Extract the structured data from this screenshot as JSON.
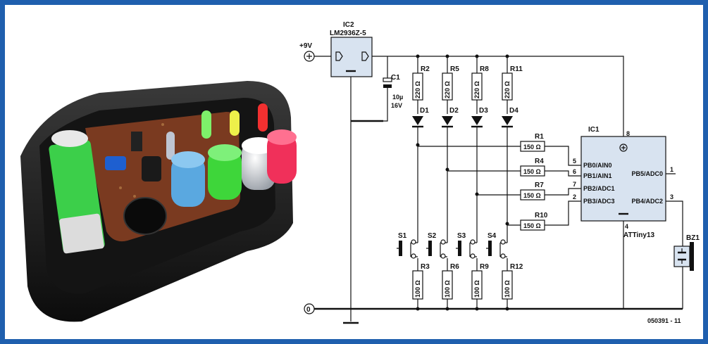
{
  "photo": {
    "kind": "enclosure-photo"
  },
  "schematic": {
    "supply_label": "+9V",
    "ground_label": "0",
    "regulator": {
      "ref": "IC2",
      "part": "LM2936Z-5"
    },
    "capacitor": {
      "ref": "C1",
      "value_line1": "10µ",
      "value_line2": "16V"
    },
    "mcu": {
      "ref": "IC1",
      "part": "ATTiny13",
      "pins_left": [
        {
          "num": "5",
          "name": "PB0/AIN0"
        },
        {
          "num": "6",
          "name": "PB1/AIN1"
        },
        {
          "num": "7",
          "name": "PB2/ADC1"
        },
        {
          "num": "2",
          "name": "PB3/ADC3"
        }
      ],
      "pins_right": [
        {
          "num": "1",
          "name": "PB5/ADC0"
        },
        {
          "num": "3",
          "name": "PB4/ADC2"
        }
      ],
      "pin_vcc": "8",
      "pin_gnd": "4"
    },
    "led_resistors": [
      {
        "ref": "R2",
        "value": "220 Ω"
      },
      {
        "ref": "R5",
        "value": "220 Ω"
      },
      {
        "ref": "R8",
        "value": "220 Ω"
      },
      {
        "ref": "R11",
        "value": "220 Ω"
      }
    ],
    "leds": [
      "D1",
      "D2",
      "D3",
      "D4"
    ],
    "series_resistors": [
      {
        "ref": "R1",
        "value": "150 Ω"
      },
      {
        "ref": "R4",
        "value": "150 Ω"
      },
      {
        "ref": "R7",
        "value": "150 Ω"
      },
      {
        "ref": "R10",
        "value": "150 Ω"
      }
    ],
    "switches": [
      "S1",
      "S2",
      "S3",
      "S4"
    ],
    "pulldowns": [
      {
        "ref": "R3",
        "value": "100 Ω"
      },
      {
        "ref": "R6",
        "value": "100 Ω"
      },
      {
        "ref": "R9",
        "value": "100 Ω"
      },
      {
        "ref": "R12",
        "value": "100 Ω"
      }
    ],
    "buzzer": "BZ1",
    "figure_code": "050391 - 11"
  }
}
